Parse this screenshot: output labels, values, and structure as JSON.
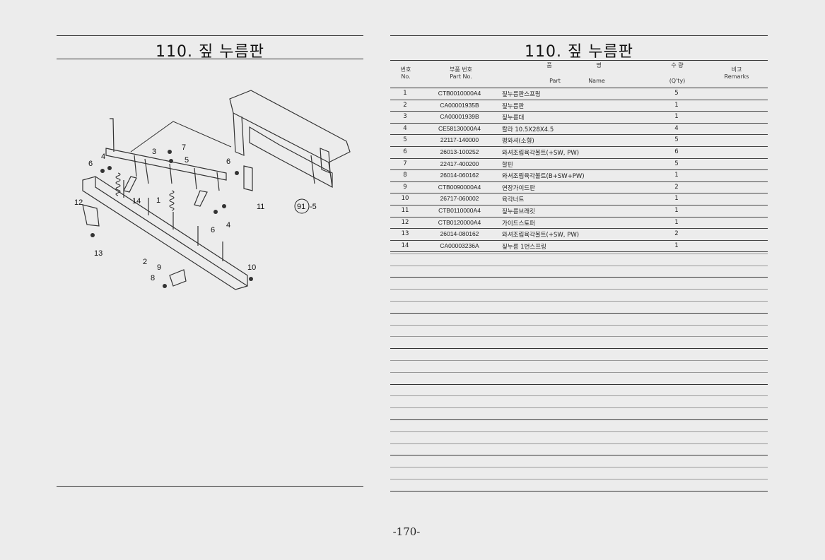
{
  "left_page": {
    "title": "110. 짚 누름판",
    "callouts": [
      {
        "label": "7"
      },
      {
        "label": "3"
      },
      {
        "label": "5"
      },
      {
        "label": "4"
      },
      {
        "label": "6"
      },
      {
        "label": "6"
      },
      {
        "label": "11"
      },
      {
        "label": "91",
        "circled": true
      },
      {
        "label": "-5"
      },
      {
        "label": "12"
      },
      {
        "label": "14"
      },
      {
        "label": "1"
      },
      {
        "label": "4"
      },
      {
        "label": "6"
      },
      {
        "label": "13"
      },
      {
        "label": "2"
      },
      {
        "label": "9"
      },
      {
        "label": "8"
      },
      {
        "label": "10"
      }
    ]
  },
  "right_page": {
    "title": "110. 짚 누름판",
    "headers": {
      "no_ko": "번호",
      "no_en": "No.",
      "part_ko": "부품 번호",
      "part_en": "Part  No.",
      "name_ko_1": "품",
      "name_ko_2": "명",
      "name_en_1": "Part",
      "name_en_2": "Name",
      "qty_ko": "수 량",
      "qty_en": "(Q'ty)",
      "remarks_ko": "비고",
      "remarks_en": "Remarks"
    },
    "rows": [
      {
        "no": "1",
        "part": "CTB0010000A4",
        "name": "짚누름판스프링",
        "qty": "5"
      },
      {
        "no": "2",
        "part": "CA00001935B",
        "name": "짚누름판",
        "qty": "1"
      },
      {
        "no": "3",
        "part": "CA00001939B",
        "name": "짚누름대",
        "qty": "1"
      },
      {
        "no": "4",
        "part": "CE58130000A4",
        "name": "칼라 10.5X28X4.5",
        "qty": "4"
      },
      {
        "no": "5",
        "part": "22117-140000",
        "name": "평와셔(소형)",
        "qty": "5"
      },
      {
        "no": "6",
        "part": "26013-100252",
        "name": "와셔조립육각볼트(+SW, PW)",
        "qty": "6"
      },
      {
        "no": "7",
        "part": "22417-400200",
        "name": "할핀",
        "qty": "5"
      },
      {
        "no": "8",
        "part": "26014-060162",
        "name": "와셔조립육각볼트(B+SW+PW)",
        "qty": "1"
      },
      {
        "no": "9",
        "part": "CTB0090000A4",
        "name": "연장가이드판",
        "qty": "2"
      },
      {
        "no": "10",
        "part": "26717-060002",
        "name": "육각너트",
        "qty": "1"
      },
      {
        "no": "11",
        "part": "CTB0110000A4",
        "name": "짚누름브래킷",
        "qty": "1"
      },
      {
        "no": "12",
        "part": "CTB0120000A4",
        "name": "가이드스토퍼",
        "qty": "1"
      },
      {
        "no": "13",
        "part": "26014-080162",
        "name": "와셔조립육각볼트(+SW, PW)",
        "qty": "2"
      },
      {
        "no": "14",
        "part": "CA00003236A",
        "name": "짚누름 1번스프링",
        "qty": "1"
      }
    ]
  },
  "page_number": "-170-"
}
